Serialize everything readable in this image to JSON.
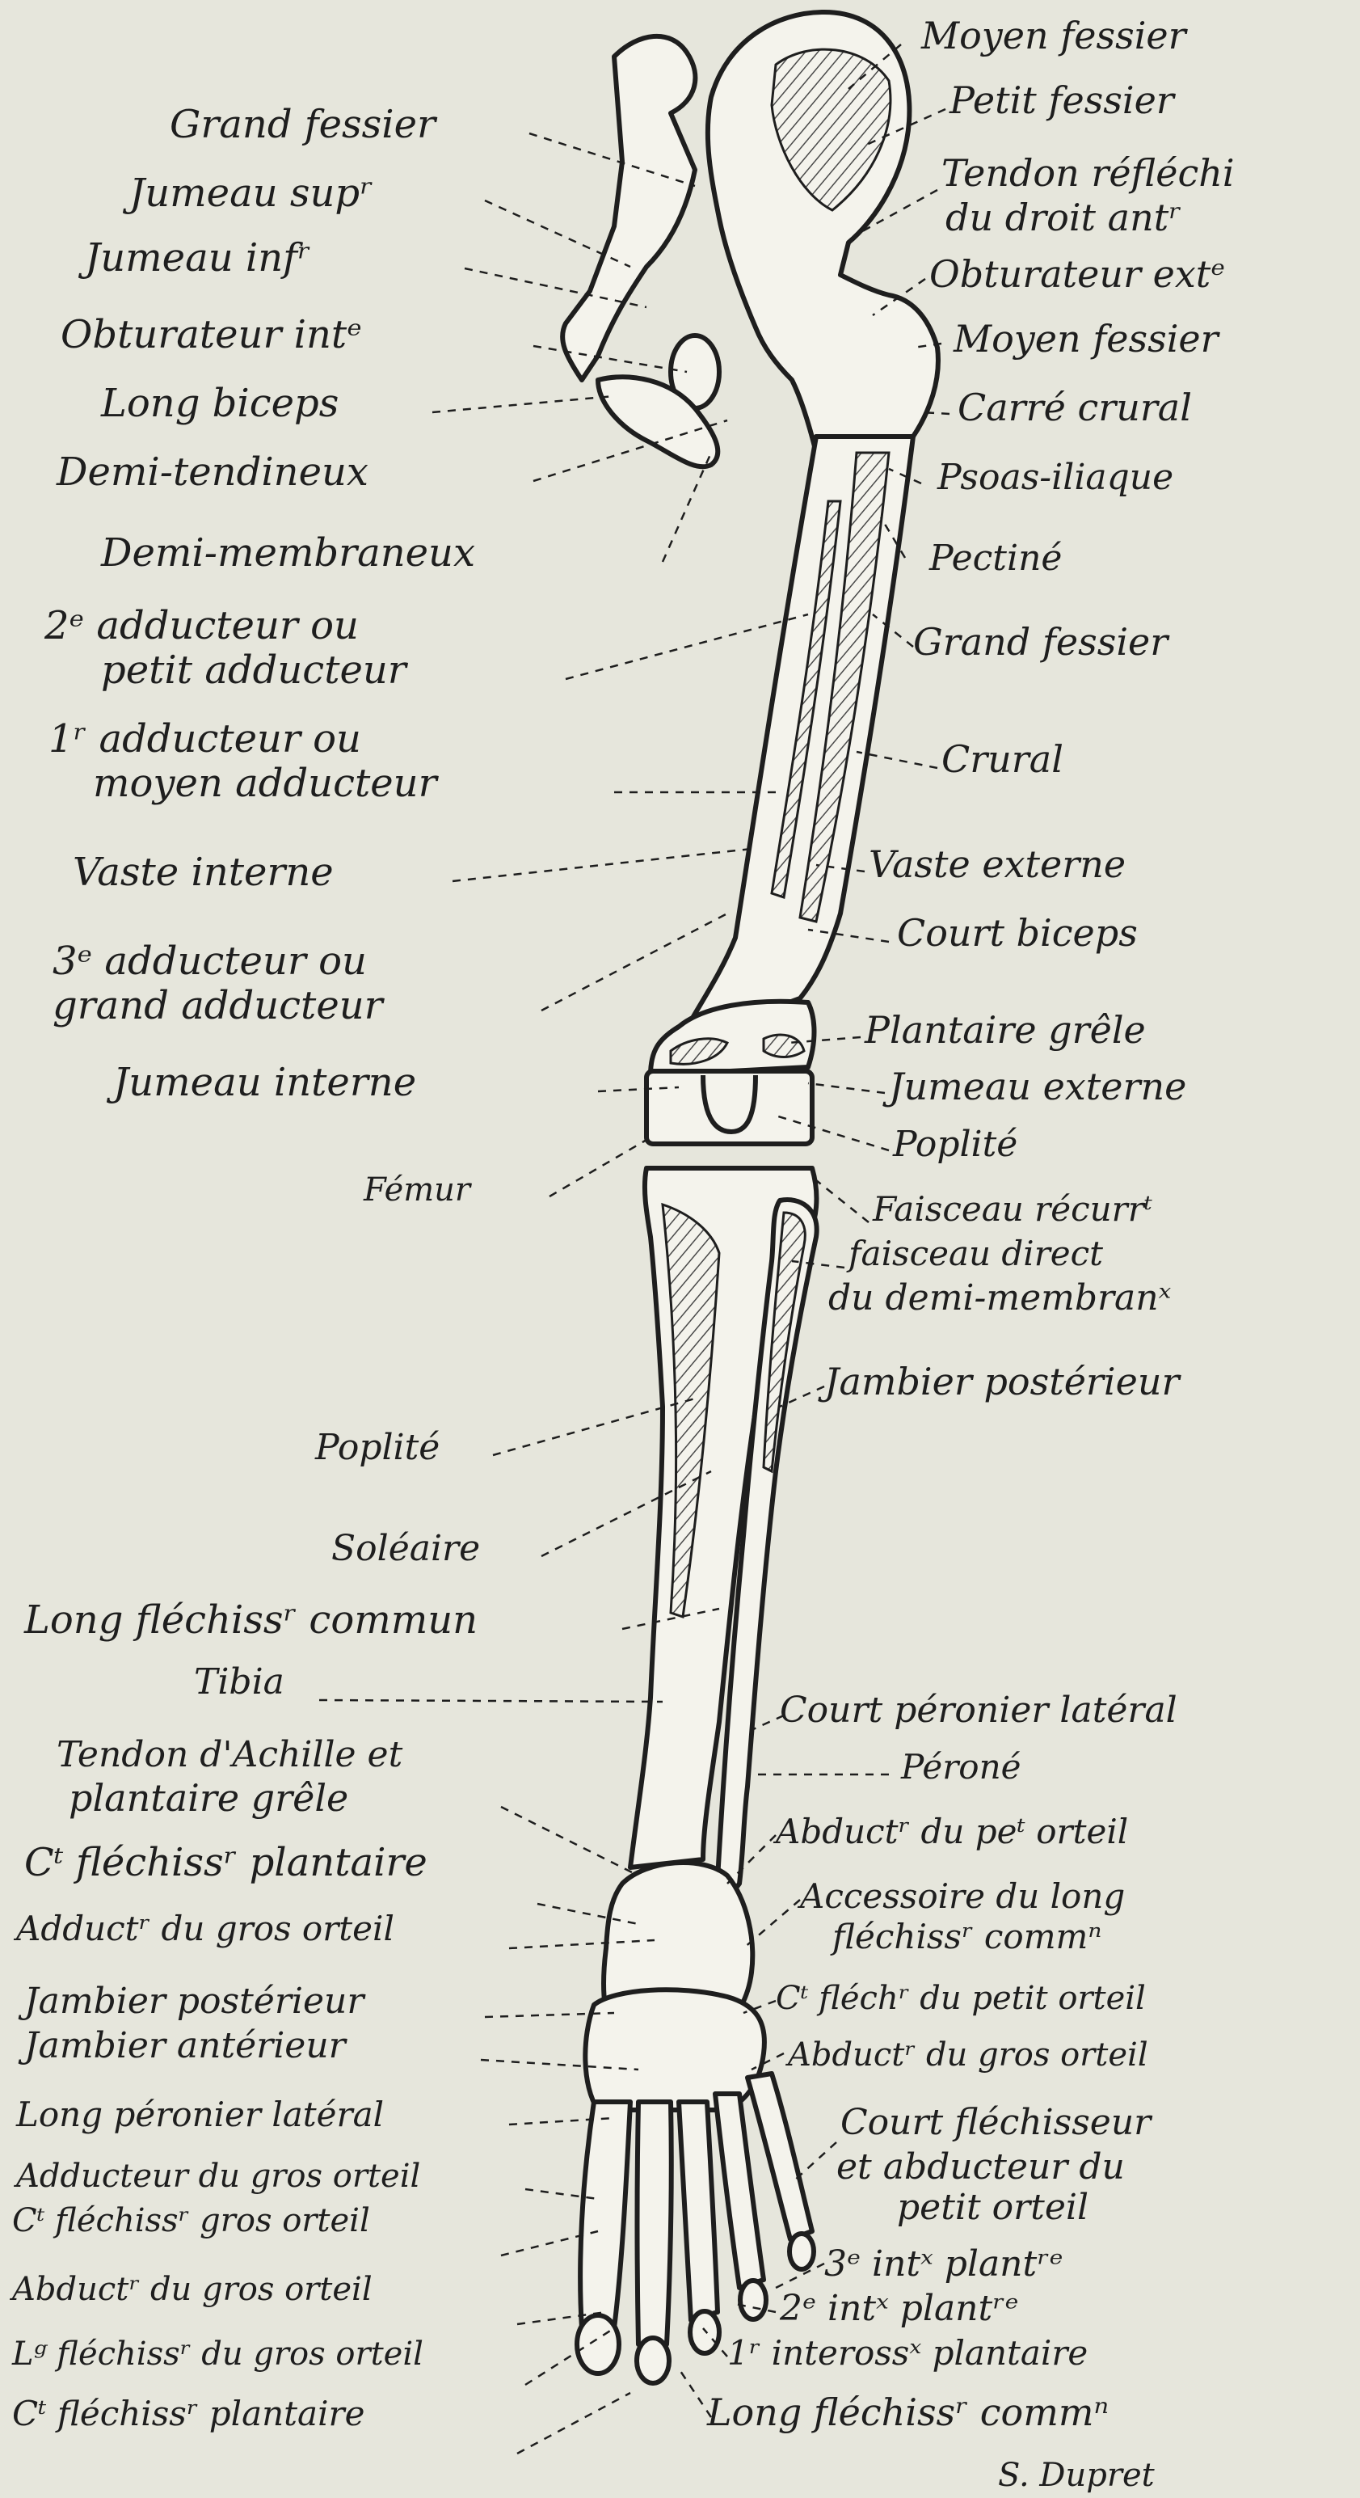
{
  "colors": {
    "paper": "#e6e6dc",
    "ink": "#1e1e1e",
    "bone": "#f4f3ec",
    "hatch": "#4a4a4a"
  },
  "labels_left": [
    "Grand fessier",
    "Jumeau supʳ",
    "Jumeau infʳ",
    "Obturateur intᵉ",
    "Long biceps",
    "Demi-tendineux",
    "Demi-membraneux",
    "2ᵉ adducteur ou",
    "petit adducteur",
    "1ʳ adducteur ou",
    "moyen adducteur",
    "Vaste interne",
    "3ᵉ adducteur ou",
    "grand adducteur",
    "Jumeau interne",
    "Fémur",
    "Poplité",
    "Soléaire",
    "Long fléchissʳ commun",
    "Tibia",
    "Tendon d'Achille et",
    "plantaire grêle",
    "Cᵗ fléchissʳ plantaire",
    "Adductʳ du gros orteil",
    "Jambier postérieur",
    "Jambier antérieur",
    "Long péronier latéral",
    "Adducteur du gros orteil",
    "Cᵗ fléchissʳ gros orteil",
    "Abductʳ du gros orteil",
    "Lᵍ fléchissʳ du gros orteil",
    "Cᵗ fléchissʳ plantaire"
  ],
  "labels_right": [
    "Moyen fessier",
    "Petit fessier",
    "Tendon réfléchi",
    "du droit antʳ",
    "Obturateur extᵉ",
    "Moyen fessier",
    "Carré crural",
    "Psoas-iliaque",
    "Pectiné",
    "Grand fessier",
    "Crural",
    "Vaste externe",
    "Court biceps",
    "Plantaire grêle",
    "Jumeau externe",
    "Poplité",
    "Faisceau récurrᵗ",
    "faisceau direct",
    "du demi-membranˣ",
    "Jambier postérieur",
    "Court péronier latéral",
    "Péroné",
    "Abductʳ du peᵗ orteil",
    "Accessoire du long",
    "fléchissʳ commⁿ",
    "Cᵗ fléchʳ du petit orteil",
    "Abductʳ du gros orteil",
    "Court fléchisseur",
    "et abducteur du",
    "petit orteil",
    "3ᵉ intˣ plantʳᵉ",
    "2ᵉ intˣ plantʳᵉ",
    "1ʳ interossˣ plantaire",
    "Long fléchissʳ commⁿ"
  ],
  "signature": "S. Dupret"
}
